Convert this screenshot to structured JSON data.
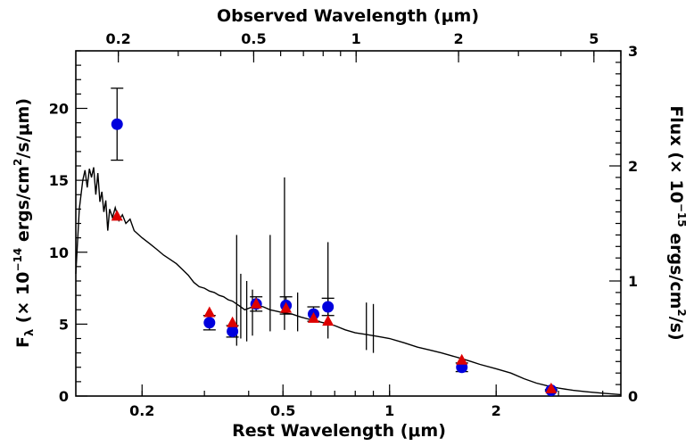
{
  "chart_data": {
    "type": "scatter",
    "title": "",
    "xlabel": "Rest Wavelength (μm)",
    "ylabel": "F",
    "ylabel_sub": "λ",
    "ylabel_mid": " (× 10",
    "ylabel_exp": "−14",
    "ylabel_end": " ergs/cm",
    "ylabel_end_exp": "2",
    "ylabel_tail": "/s/μm)",
    "x2label": "Observed Wavelength (μm)",
    "y2label_a": "Flux (× 10",
    "y2label_exp": "−15",
    "y2label_b": " ergs/cm",
    "y2label_exp2": "2",
    "y2label_c": "/s)",
    "xscale": "log",
    "xlim": [
      0.13,
      4.5
    ],
    "ylim": [
      0,
      24
    ],
    "x2lim": [
      0.15,
      6.0
    ],
    "y2lim": [
      0,
      3
    ],
    "xticks": [
      {
        "v": 0.2,
        "t": "0.2"
      },
      {
        "v": 0.5,
        "t": "0.5"
      },
      {
        "v": 1,
        "t": "1"
      },
      {
        "v": 2,
        "t": "2"
      }
    ],
    "yticks": [
      {
        "v": 0,
        "t": "0"
      },
      {
        "v": 5,
        "t": "5"
      },
      {
        "v": 10,
        "t": "10"
      },
      {
        "v": 15,
        "t": "15"
      },
      {
        "v": 20,
        "t": "20"
      }
    ],
    "x2ticks": [
      {
        "v": 0.2,
        "t": "0.2"
      },
      {
        "v": 0.5,
        "t": "0.5"
      },
      {
        "v": 1,
        "t": "1"
      },
      {
        "v": 2,
        "t": "2"
      },
      {
        "v": 5,
        "t": "5"
      }
    ],
    "y2ticks": [
      {
        "v": 0,
        "t": "0"
      },
      {
        "v": 1,
        "t": "1"
      },
      {
        "v": 2,
        "t": "2"
      },
      {
        "v": 3,
        "t": "3"
      }
    ],
    "series": [
      {
        "kind": "circle",
        "color": "#0000dd",
        "points": [
          {
            "x": 0.17,
            "y": 18.9,
            "err": 2.5
          },
          {
            "x": 0.31,
            "y": 5.1,
            "err": 0.5
          },
          {
            "x": 0.36,
            "y": 4.5,
            "err": 0.4
          },
          {
            "x": 0.42,
            "y": 6.4,
            "err": 0.5
          },
          {
            "x": 0.51,
            "y": 6.3,
            "err": 0.6
          },
          {
            "x": 0.61,
            "y": 5.7,
            "err": 0.5
          },
          {
            "x": 0.67,
            "y": 6.2,
            "err": 0.6
          },
          {
            "x": 1.6,
            "y": 2.0,
            "err": 0.3
          },
          {
            "x": 2.86,
            "y": 0.4,
            "err": 0.05
          }
        ]
      },
      {
        "kind": "triangle",
        "color": "#dd0000",
        "points": [
          {
            "x": 0.17,
            "y": 12.5
          },
          {
            "x": 0.31,
            "y": 5.8
          },
          {
            "x": 0.36,
            "y": 5.1
          },
          {
            "x": 0.42,
            "y": 6.4
          },
          {
            "x": 0.51,
            "y": 6.1
          },
          {
            "x": 0.61,
            "y": 5.4
          },
          {
            "x": 0.67,
            "y": 5.2
          },
          {
            "x": 1.6,
            "y": 2.5
          },
          {
            "x": 2.86,
            "y": 0.5
          }
        ]
      },
      {
        "kind": "spectrum",
        "color": "#000000",
        "points": [
          [
            0.13,
            8.5
          ],
          [
            0.133,
            13.0
          ],
          [
            0.136,
            15.0
          ],
          [
            0.138,
            15.7
          ],
          [
            0.14,
            14.5
          ],
          [
            0.142,
            15.8
          ],
          [
            0.144,
            15.2
          ],
          [
            0.146,
            15.9
          ],
          [
            0.148,
            14.0
          ],
          [
            0.15,
            15.5
          ],
          [
            0.152,
            13.5
          ],
          [
            0.154,
            14.2
          ],
          [
            0.156,
            12.8
          ],
          [
            0.158,
            13.6
          ],
          [
            0.16,
            11.5
          ],
          [
            0.162,
            13.0
          ],
          [
            0.165,
            12.4
          ],
          [
            0.168,
            13.1
          ],
          [
            0.172,
            12.2
          ],
          [
            0.176,
            12.6
          ],
          [
            0.18,
            12.0
          ],
          [
            0.185,
            12.3
          ],
          [
            0.19,
            11.5
          ],
          [
            0.2,
            11.0
          ],
          [
            0.21,
            10.6
          ],
          [
            0.22,
            10.2
          ],
          [
            0.23,
            9.8
          ],
          [
            0.24,
            9.5
          ],
          [
            0.25,
            9.2
          ],
          [
            0.26,
            8.8
          ],
          [
            0.27,
            8.4
          ],
          [
            0.28,
            7.9
          ],
          [
            0.29,
            7.6
          ],
          [
            0.3,
            7.5
          ],
          [
            0.31,
            7.3
          ],
          [
            0.32,
            7.2
          ],
          [
            0.33,
            7.0
          ],
          [
            0.34,
            6.9
          ],
          [
            0.35,
            6.7
          ],
          [
            0.36,
            6.6
          ],
          [
            0.37,
            6.4
          ],
          [
            0.38,
            6.2
          ],
          [
            0.39,
            6.0
          ],
          [
            0.4,
            6.1
          ],
          [
            0.42,
            6.3
          ],
          [
            0.44,
            6.2
          ],
          [
            0.46,
            6.0
          ],
          [
            0.48,
            5.9
          ],
          [
            0.5,
            5.8
          ],
          [
            0.53,
            5.7
          ],
          [
            0.56,
            5.5
          ],
          [
            0.6,
            5.3
          ],
          [
            0.65,
            5.1
          ],
          [
            0.7,
            4.9
          ],
          [
            0.75,
            4.6
          ],
          [
            0.8,
            4.4
          ],
          [
            0.85,
            4.3
          ],
          [
            0.9,
            4.2
          ],
          [
            0.95,
            4.1
          ],
          [
            1.0,
            4.0
          ],
          [
            1.1,
            3.7
          ],
          [
            1.2,
            3.4
          ],
          [
            1.3,
            3.2
          ],
          [
            1.4,
            3.0
          ],
          [
            1.5,
            2.8
          ],
          [
            1.6,
            2.6
          ],
          [
            1.7,
            2.4
          ],
          [
            1.8,
            2.2
          ],
          [
            2.0,
            1.9
          ],
          [
            2.2,
            1.6
          ],
          [
            2.4,
            1.2
          ],
          [
            2.6,
            0.9
          ],
          [
            2.8,
            0.7
          ],
          [
            3.0,
            0.55
          ],
          [
            3.3,
            0.4
          ],
          [
            3.6,
            0.3
          ],
          [
            4.0,
            0.2
          ],
          [
            4.5,
            0.1
          ]
        ]
      },
      {
        "kind": "vline",
        "color": "#000000",
        "points": [
          {
            "x": 0.37,
            "y1": 3.5,
            "y2": 11.2
          },
          {
            "x": 0.38,
            "y1": 4.0,
            "y2": 8.5
          },
          {
            "x": 0.395,
            "y1": 3.8,
            "y2": 8.0
          },
          {
            "x": 0.41,
            "y1": 4.2,
            "y2": 7.4
          },
          {
            "x": 0.46,
            "y1": 4.5,
            "y2": 11.2
          },
          {
            "x": 0.505,
            "y1": 4.6,
            "y2": 15.2
          },
          {
            "x": 0.55,
            "y1": 4.5,
            "y2": 7.2
          },
          {
            "x": 0.67,
            "y1": 4.0,
            "y2": 10.7
          },
          {
            "x": 0.86,
            "y1": 3.2,
            "y2": 6.5
          },
          {
            "x": 0.9,
            "y1": 3.0,
            "y2": 6.4
          }
        ]
      }
    ]
  }
}
